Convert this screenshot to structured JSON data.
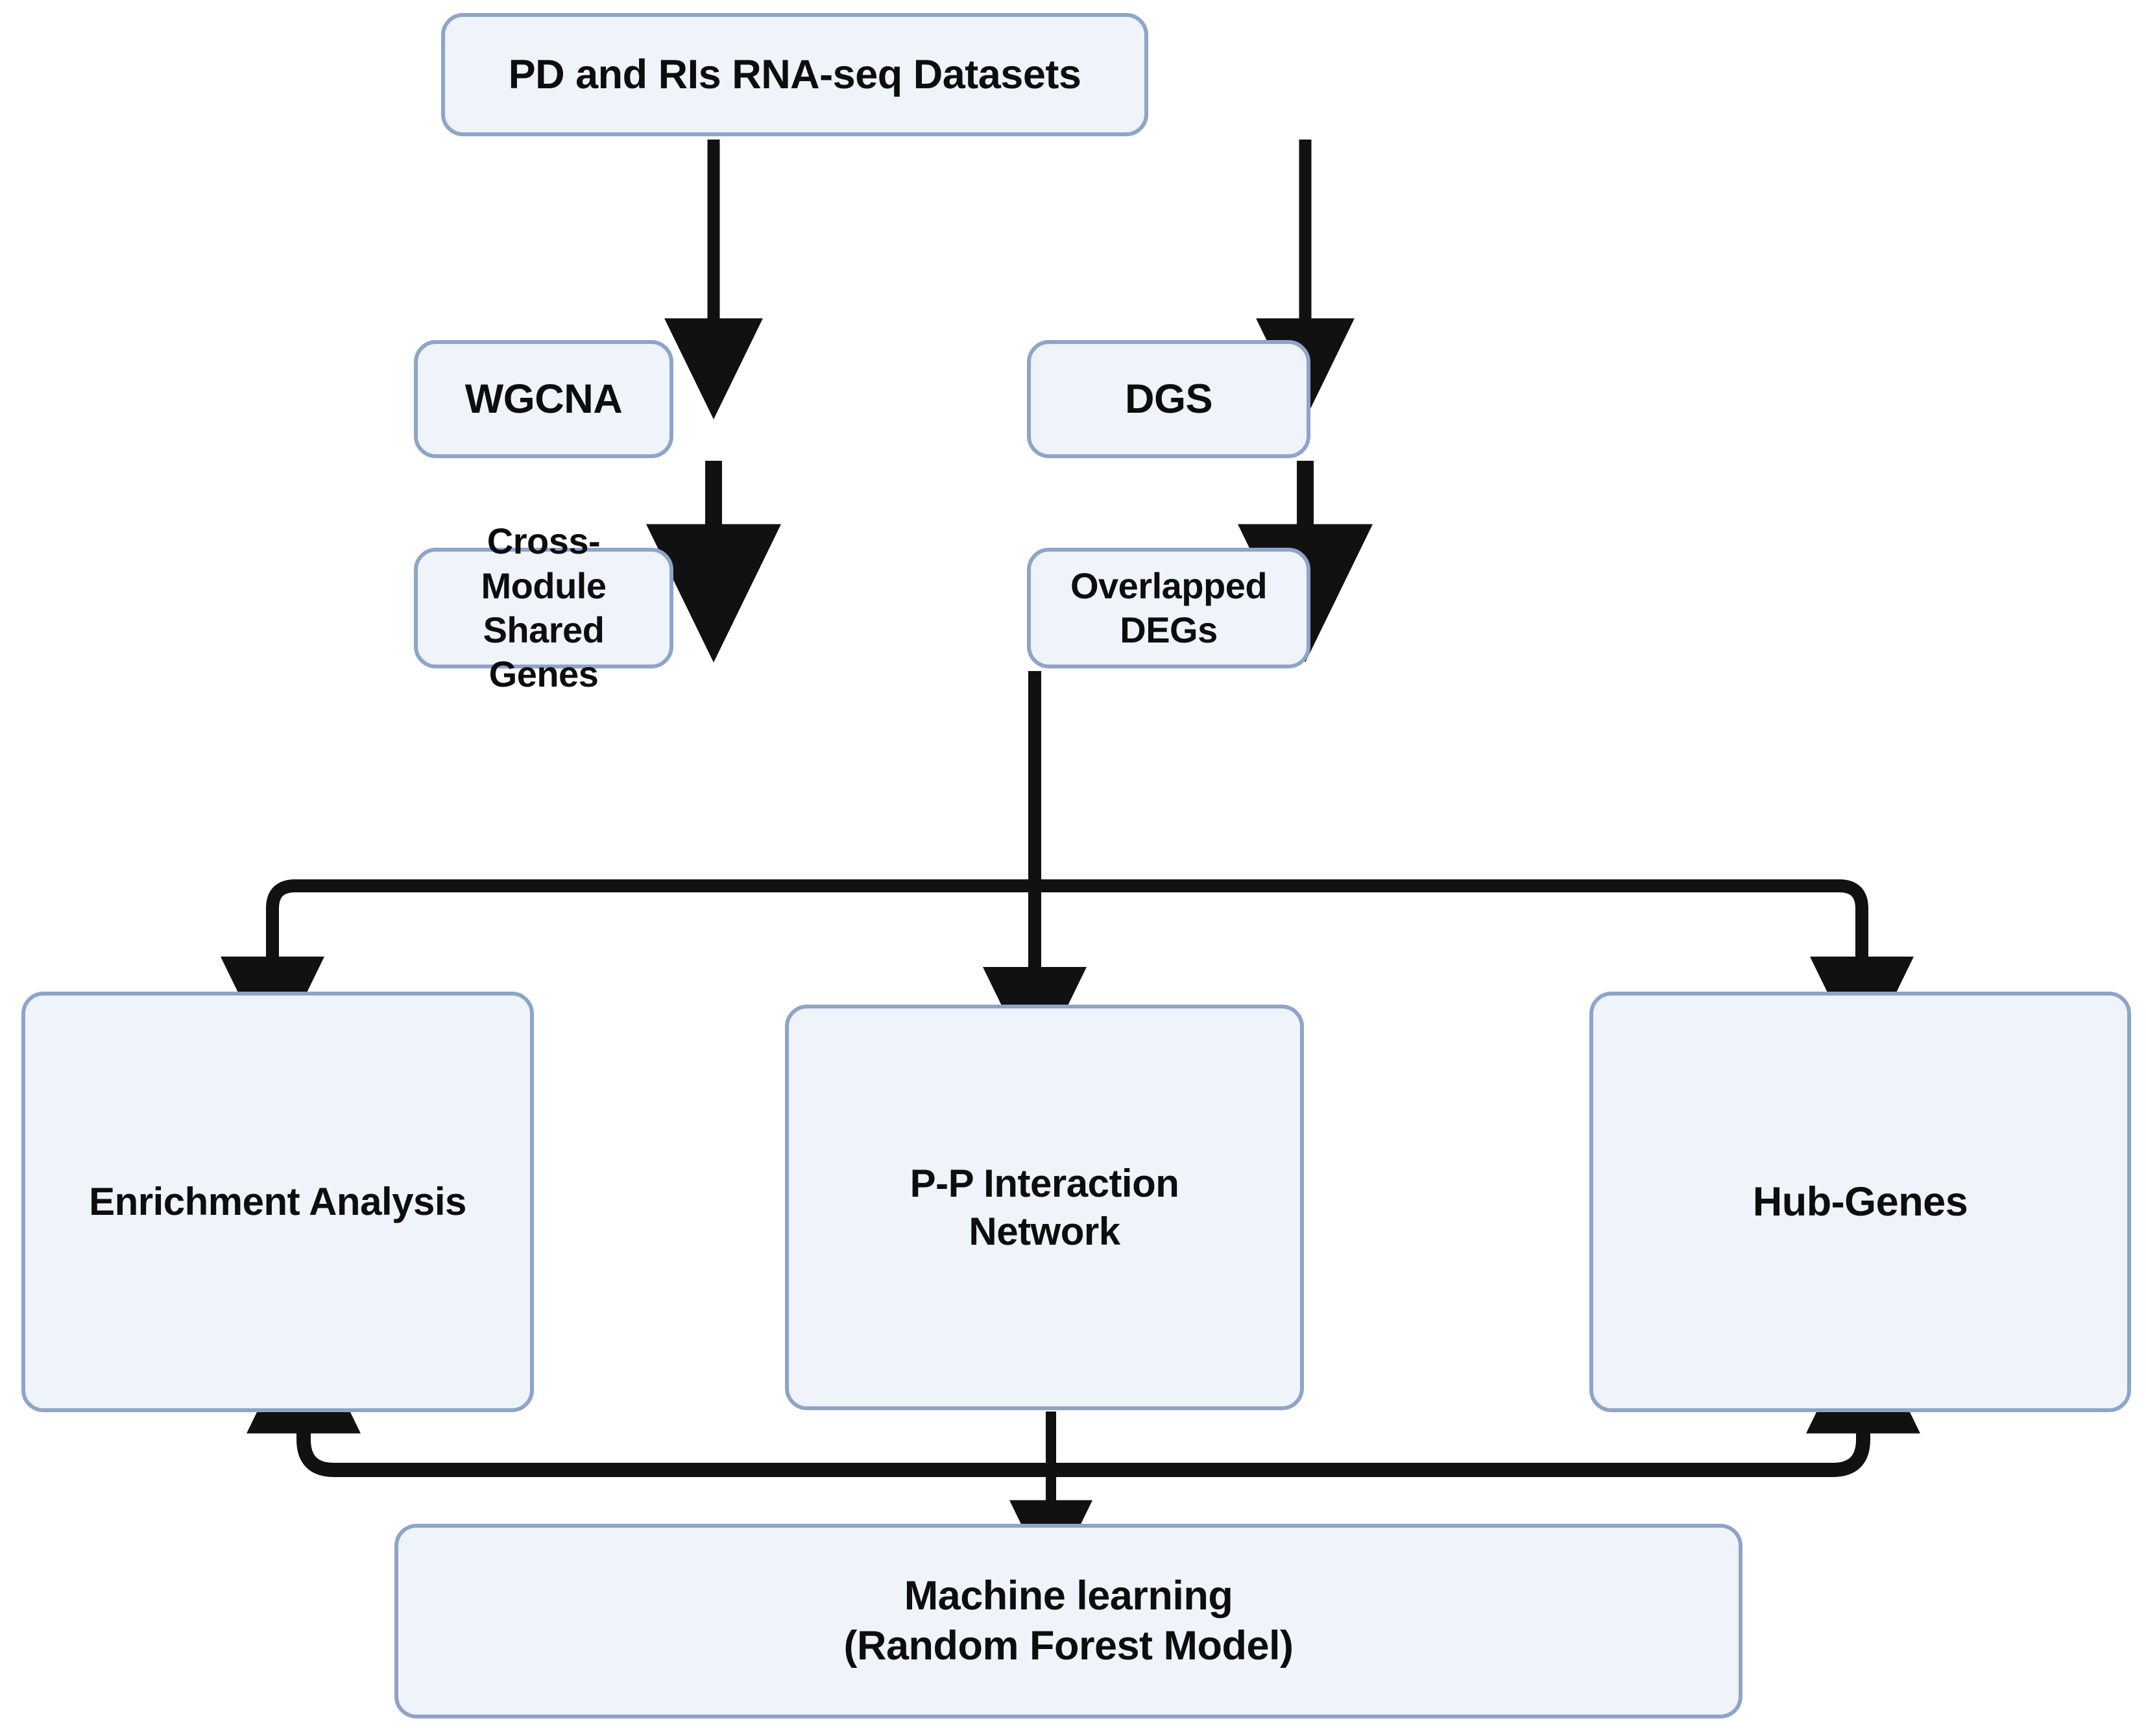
{
  "diagram": {
    "title": "PD and RIs RNA-seq analysis workflow",
    "style": {
      "node_fill": "#eff3fa",
      "node_border": "#8ea4c8",
      "connector_color": "#111111",
      "text_color": "#0d0d0d",
      "background": "#ffffff"
    },
    "nodes": [
      {
        "id": "datasets",
        "label": "PD and RIs RNA-seq Datasets"
      },
      {
        "id": "wgcna",
        "label": "WGCNA"
      },
      {
        "id": "dgs",
        "label": "DGS"
      },
      {
        "id": "crossmod",
        "label": "Cross-Module Shared\nGenes"
      },
      {
        "id": "overlap",
        "label": "Overlapped DEGs"
      },
      {
        "id": "enrich",
        "label": "Enrichment Analysis"
      },
      {
        "id": "ppi",
        "label": "P-P Interaction\nNetwork"
      },
      {
        "id": "hub",
        "label": "Hub-Genes"
      },
      {
        "id": "ml",
        "label": "Machine learning\n(Random Forest Model)"
      }
    ],
    "edges": [
      {
        "from": "datasets",
        "to": "wgcna",
        "kind": "arrow-down"
      },
      {
        "from": "datasets",
        "to": "dgs",
        "kind": "arrow-down"
      },
      {
        "from": "wgcna",
        "to": "crossmod",
        "kind": "arrow-down"
      },
      {
        "from": "dgs",
        "to": "overlap",
        "kind": "arrow-down"
      },
      {
        "from": "overlap",
        "to": "enrich",
        "kind": "branch-left"
      },
      {
        "from": "overlap",
        "to": "ppi",
        "kind": "arrow-down"
      },
      {
        "from": "overlap",
        "to": "hub",
        "kind": "branch-right"
      },
      {
        "from": "ppi",
        "to": "ml",
        "kind": "arrow-down"
      },
      {
        "from": "ppi",
        "to": "enrich",
        "kind": "branch-up-left"
      },
      {
        "from": "ppi",
        "to": "hub",
        "kind": "branch-up-right"
      }
    ]
  }
}
